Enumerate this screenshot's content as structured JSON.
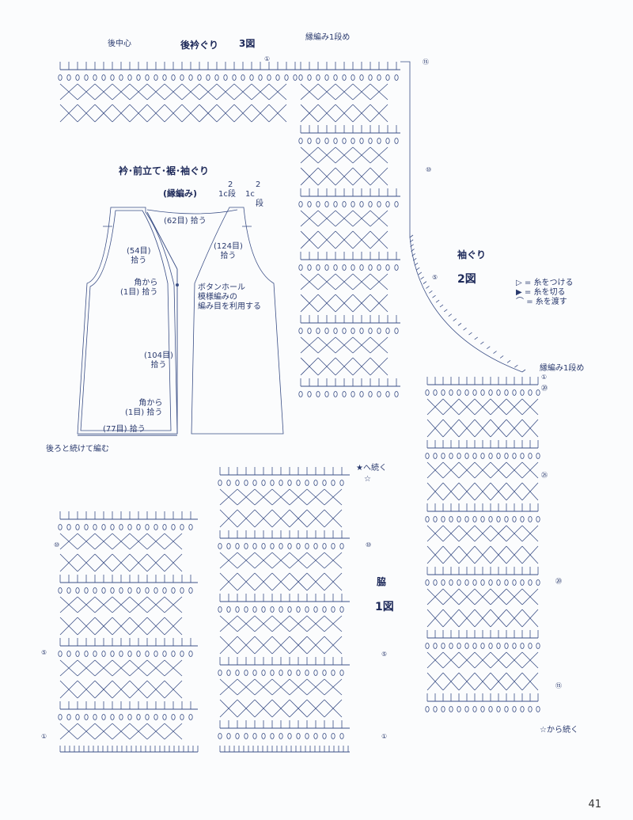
{
  "top_chart": {
    "back_center": "後中心",
    "title": "後衿ぐり",
    "fig": "3図",
    "edge_note": "縁編み1段め",
    "row_markers": [
      "①",
      "⑮"
    ]
  },
  "schematic": {
    "title": "衿･前立て･裾･袖ぐり",
    "subtitle": "(縁編み)",
    "c_rows_a": "1c",
    "c_rows_b": "1c",
    "rows_label": "段",
    "two": "2",
    "pick_62": "(62目) 拾う",
    "pick_54": "(54目)\n拾う",
    "pick_124": "(124目)\n拾う",
    "corner_top": "角から\n(1目) 拾う",
    "buttonhole": "ボタンホール\n模様編みの\n編み目を利用する",
    "pick_104": "(104目)\n拾う",
    "corner_bottom": "角から\n(1目) 拾う",
    "pick_77": "(77目) 拾う",
    "continue_back": "後ろと続けて編む"
  },
  "armhole": {
    "title": "袖ぐり",
    "fig": "2図",
    "edge_note": "縁編み1段め",
    "markers": [
      "⑩",
      "⑤",
      "①",
      "⑳",
      "㉕",
      "⑳",
      "⑮"
    ],
    "star_from": "☆から続く"
  },
  "legend": [
    {
      "symbol": "▷",
      "text": "= 糸をつける"
    },
    {
      "symbol": "▶",
      "text": "= 糸を切る"
    },
    {
      "symbol": "⌒",
      "text": "= 糸を渡す"
    }
  ],
  "side": {
    "title": "脇",
    "fig": "1図",
    "continue_to": "★へ続く",
    "star_white": "☆",
    "markers_left": [
      "⑩",
      "⑤",
      "①"
    ],
    "markers_right": [
      "⑩",
      "⑤",
      "①"
    ]
  },
  "page_number": "41"
}
